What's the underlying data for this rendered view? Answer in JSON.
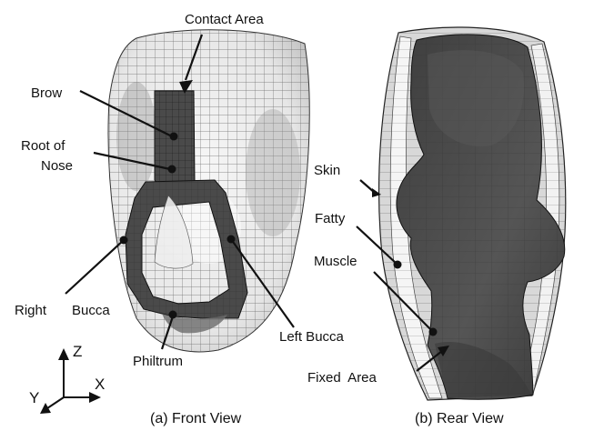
{
  "figure": {
    "front": {
      "labels": {
        "contact_area": "Contact Area",
        "brow": "Brow",
        "root_of_nose_line1": "Root of",
        "root_of_nose_line2": "Nose",
        "right_bucca_1": "Right",
        "right_bucca_2": "Bucca",
        "left_bucca": "Left Bucca",
        "philtrum": "Philtrum"
      },
      "caption": "(a) Front View"
    },
    "rear": {
      "labels": {
        "skin": "Skin",
        "fatty": "Fatty",
        "muscle": "Muscle",
        "fixed_area": "Fixed  Area"
      },
      "caption": "(b) Rear View"
    },
    "axes": {
      "z": "Z",
      "x": "X",
      "y": "Y"
    },
    "colors": {
      "mesh_light": "#f2f2f2",
      "mesh_shade": "#c8c8c8",
      "contact_dark": "#4a4a4a",
      "interior_dark": "#4d4d4d",
      "fat_layer": "#d6d6d6",
      "line": "#222222"
    }
  }
}
